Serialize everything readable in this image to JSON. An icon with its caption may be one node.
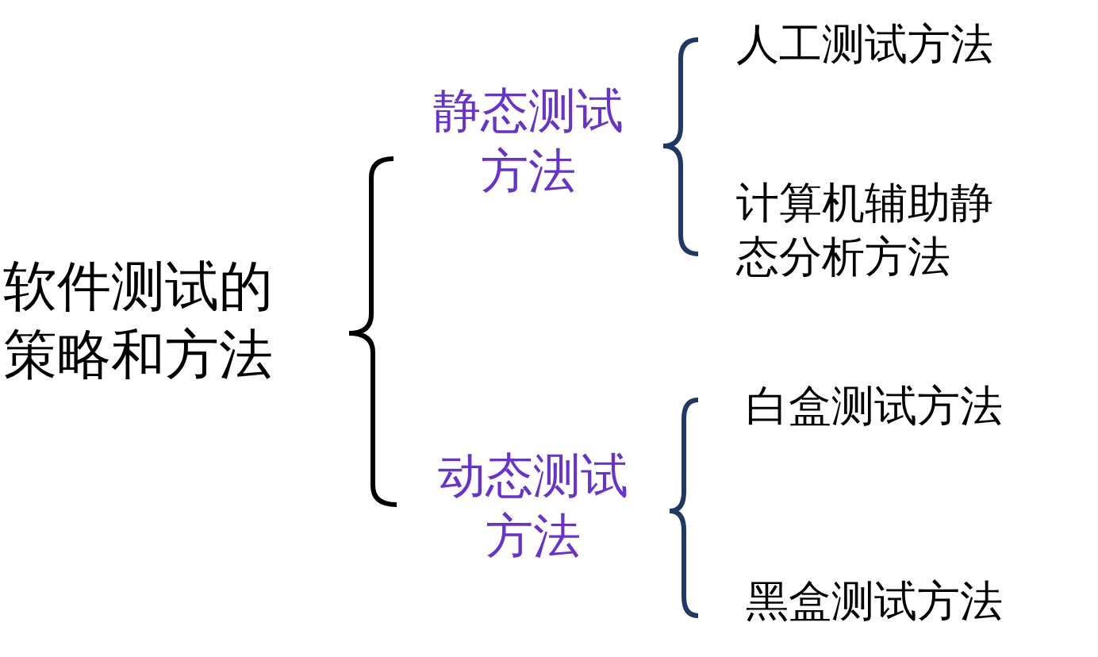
{
  "diagram": {
    "nodes": [
      {
        "text": [
          "软件测试的策略和方法"
        ]
      },
      {
        "text": [
          "静态测试方法"
        ]
      },
      {
        "text": [
          "动态测试方法"
        ]
      },
      {
        "text": [
          "人工测试方法"
        ]
      },
      {
        "text": [
          "计算机辅助静态分析方法"
        ]
      },
      {
        "text": [
          "白盒测试方法"
        ]
      },
      {
        "text": [
          "黑盒测试方法"
        ]
      }
    ],
    "edges": [
      {
        "from": 0,
        "to": 1,
        "arrow": "none",
        "color": "#000000"
      },
      {
        "from": 0,
        "to": 2,
        "arrow": "none",
        "color": "#000000"
      },
      {
        "from": 1,
        "to": 3,
        "arrow": "none",
        "color": "#1f3864"
      },
      {
        "from": 1,
        "to": 4,
        "arrow": "none",
        "color": "#1f3864"
      },
      {
        "from": 2,
        "to": 5,
        "arrow": "none",
        "color": "#1f3864"
      },
      {
        "from": 2,
        "to": 6,
        "arrow": "none",
        "color": "#1f3864"
      }
    ]
  }
}
